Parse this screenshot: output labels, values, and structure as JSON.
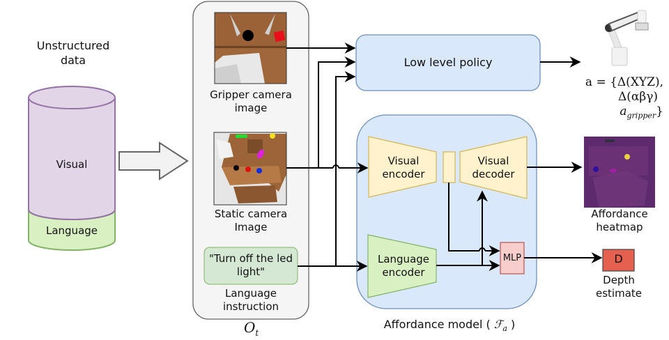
{
  "unstructured": {
    "title_line1": "Unstructured",
    "title_line2": "data",
    "visual_label": "Visual",
    "language_label": "Language"
  },
  "observation": {
    "symbol": "O",
    "subscript": "t",
    "gripper_label_line1": "Gripper camera",
    "gripper_label_line2": "image",
    "static_label_line1": "Static camera",
    "static_label_line2": "Image",
    "instruction_text_line1": "\"Turn off the led",
    "instruction_text_line2": "light\"",
    "instruction_label_line1": "Language",
    "instruction_label_line2": "instruction"
  },
  "policy": {
    "label": "Low level policy",
    "action_line1": "a = {Δ(XYZ),",
    "action_line2": "Δ(αβγ)",
    "action_line3_base": "a",
    "action_line3_sub": "gripper",
    "action_line3_end": "}"
  },
  "affordance_model": {
    "caption_prefix": "Affordance model (",
    "caption_symbol": "ℱ",
    "caption_sub": "a",
    "caption_suffix": ")",
    "visual_encoder_line1": "Visual",
    "visual_encoder_line2": "encoder",
    "visual_decoder_line1": "Visual",
    "visual_decoder_line2": "decoder",
    "language_encoder_line1": "Language",
    "language_encoder_line2": "encoder",
    "mlp_label": "MLP"
  },
  "outputs": {
    "heatmap_label_line1": "Affordance",
    "heatmap_label_line2": "heatmap",
    "depth_box_label": "D",
    "depth_label_line1": "Depth",
    "depth_label_line2": "estimate"
  },
  "colors": {
    "cylinder_visual": "#e1d5e7",
    "cylinder_border": "#9673a6",
    "language_green": "#d5e8d4",
    "language_green_border": "#82b366",
    "policy_blue": "#dae8fc",
    "policy_border": "#6c8ebf",
    "encoder_yellow": "#fff2cc",
    "encoder_border": "#d6b656",
    "mlp_pink": "#f8cecc",
    "mlp_border": "#b85450",
    "depth_red": "#e6604f",
    "obs_panel": "#f5f5f5",
    "heatmap_purple": "#5e2a6e"
  }
}
